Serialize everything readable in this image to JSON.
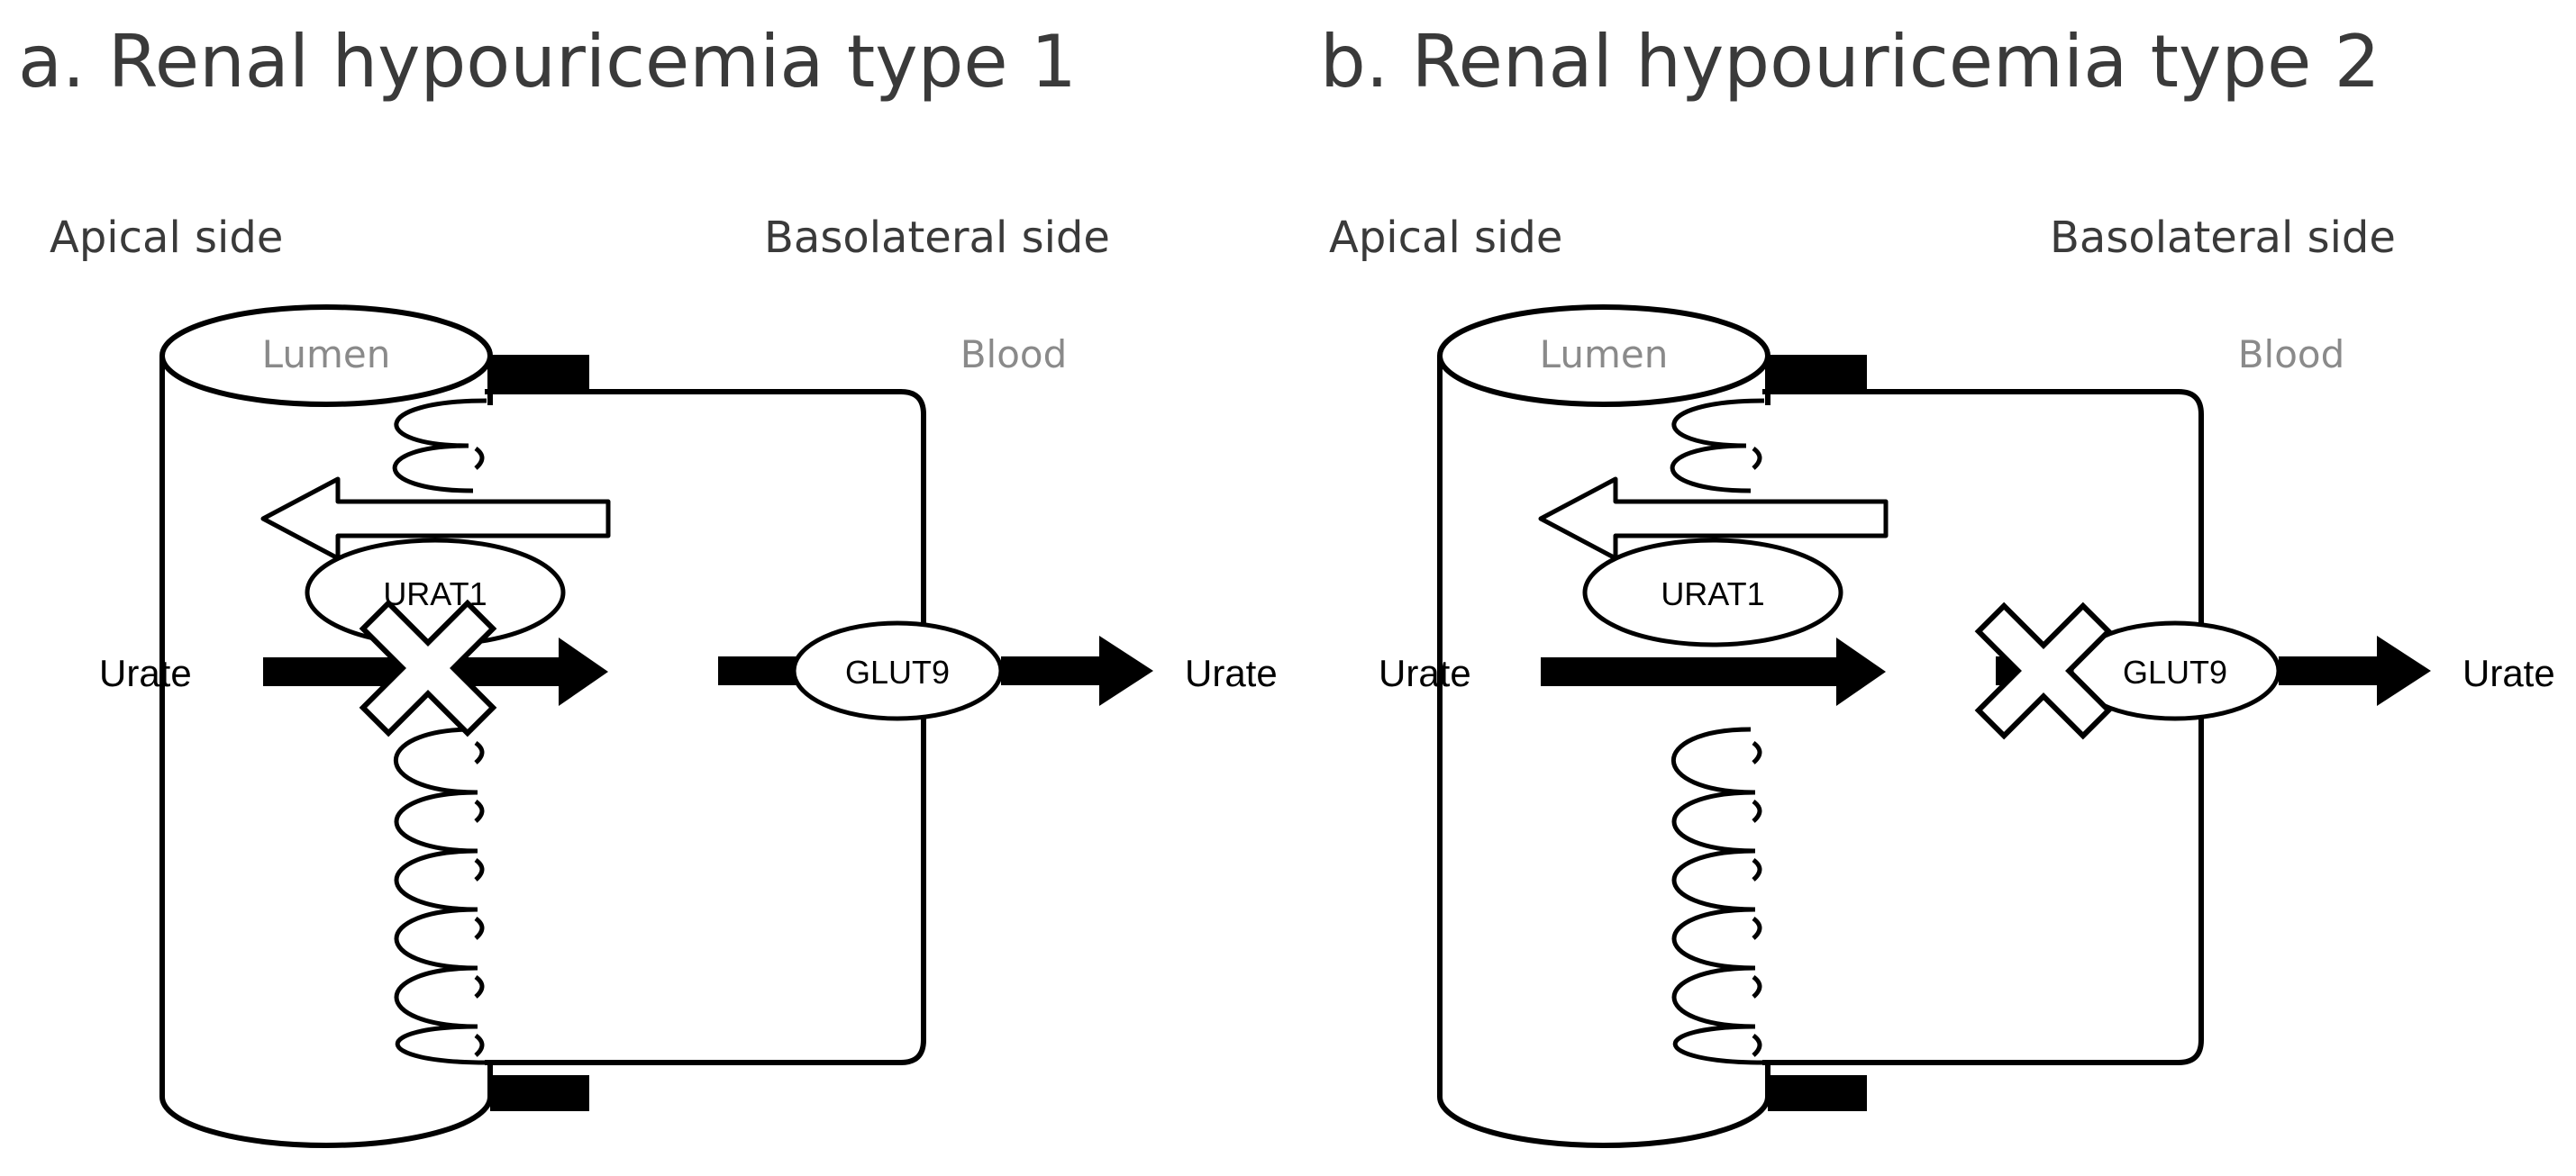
{
  "panels": [
    {
      "title": "a. Renal hypouricemia type 1",
      "apical_label": "Apical side",
      "basolateral_label": "Basolateral side",
      "lumen_label": "Lumen",
      "blood_label": "Blood",
      "urat1_label": "URAT1",
      "glut9_label": "GLUT9",
      "urate_in_label": "Urate",
      "urate_out_label": "Urate",
      "defective_transporter": "URAT1"
    },
    {
      "title": "b. Renal hypouricemia type 2",
      "apical_label": "Apical side",
      "basolateral_label": "Basolateral side",
      "lumen_label": "Lumen",
      "blood_label": "Blood",
      "urat1_label": "URAT1",
      "glut9_label": "GLUT9",
      "urate_in_label": "Urate",
      "urate_out_label": "Urate",
      "defective_transporter": "GLUT9"
    }
  ],
  "colors": {
    "line": "#000000",
    "text": "#3a3a3a",
    "muted": "#8a8a8a",
    "background": "#ffffff"
  }
}
